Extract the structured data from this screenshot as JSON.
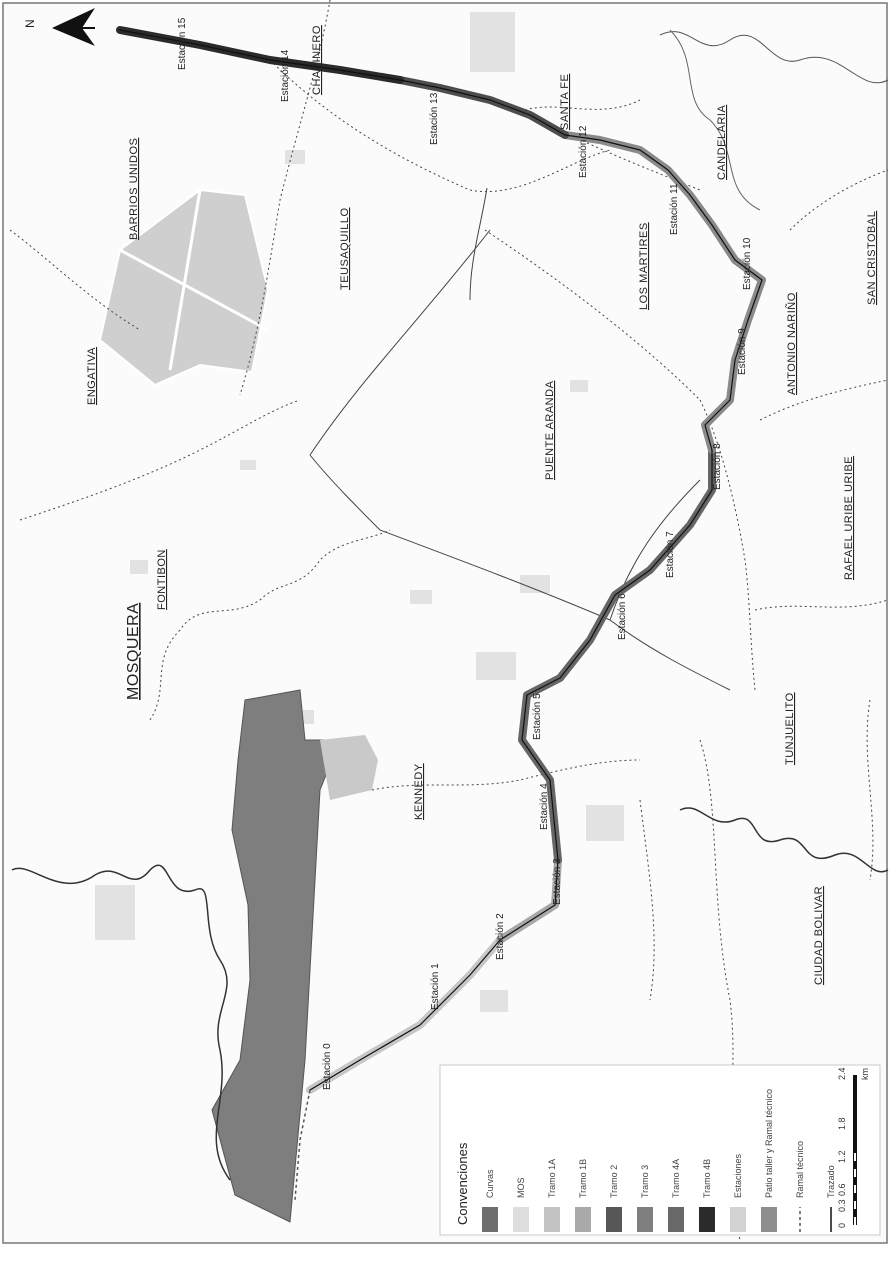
{
  "north_label": "N",
  "districts": [
    {
      "id": "mosquera",
      "name": "MOSQUERA"
    },
    {
      "id": "kennedy",
      "name": "KENNEDY"
    },
    {
      "id": "fontibon",
      "name": "FONTIBON"
    },
    {
      "id": "engativa",
      "name": "ENGATIVA"
    },
    {
      "id": "barrios-unidos",
      "name": "BARRIOS UNIDOS"
    },
    {
      "id": "teusaquillo",
      "name": "TEUSAQUILLO"
    },
    {
      "id": "puente-aranda",
      "name": "PUENTE ARANDA"
    },
    {
      "id": "los-martires",
      "name": "LOS MARTIRES"
    },
    {
      "id": "santa-fe",
      "name": "SANTA FE"
    },
    {
      "id": "candelaria",
      "name": "CANDELARIA"
    },
    {
      "id": "chapinero",
      "name": "CHAPINERO"
    },
    {
      "id": "antonio-narino",
      "name": "ANTONIO NARIÑO"
    },
    {
      "id": "san-cristobal",
      "name": "SAN CRISTOBAL"
    },
    {
      "id": "rafael-uribe-uribe",
      "name": "RAFAEL URIBE URIBE"
    },
    {
      "id": "tunjuelito",
      "name": "TUNJUELITO"
    },
    {
      "id": "ciudad-bolivar",
      "name": "CIUDAD BOLIVAR"
    }
  ],
  "stations": [
    "Estación 0",
    "Estación 1",
    "Estación 2",
    "Estación 3",
    "Estación 4",
    "Estación 5",
    "Estación 6",
    "Estación 7",
    "Estación 8",
    "Estación 9",
    "Estación 10",
    "Estación 11",
    "Estación 12",
    "Estación 13",
    "Estación 14",
    "Estación 15"
  ],
  "legend": {
    "title": "Convenciones",
    "items": [
      {
        "label": "Curvas",
        "color": "#6e6e6e"
      },
      {
        "label": "MOS",
        "color": "#dedede"
      },
      {
        "label": "Tramo 1A",
        "color": "#c4c4c4"
      },
      {
        "label": "Tramo 1B",
        "color": "#a9a9a9"
      },
      {
        "label": "Tramo 2",
        "color": "#575757"
      },
      {
        "label": "Tramo 3",
        "color": "#7f7f7f"
      },
      {
        "label": "Tramo 4A",
        "color": "#686868"
      },
      {
        "label": "Tramo 4B",
        "color": "#2b2b2b"
      },
      {
        "label": "Estaciones",
        "color": "#d3d3d3"
      },
      {
        "label": "Patio taller y Ramal técnico",
        "color": "#8e8e8e"
      },
      {
        "label": "Ramal técnico",
        "color": "#555555"
      },
      {
        "label": "Trazado",
        "color": "#111111"
      }
    ]
  },
  "scale": {
    "ticks": [
      "0",
      "0.3",
      "0.6",
      "1.2",
      "1.8",
      "2.4"
    ],
    "unit": "km"
  }
}
